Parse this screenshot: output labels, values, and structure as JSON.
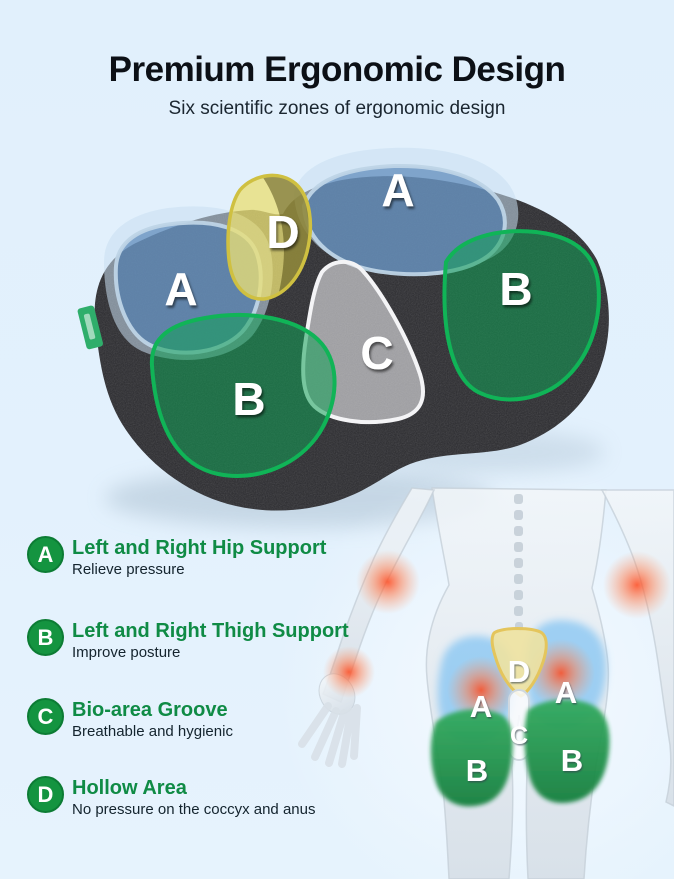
{
  "header": {
    "title": "Premium Ergonomic Design",
    "subtitle": "Six scientific zones of ergonomic design"
  },
  "cushion_diagram": {
    "zone_labels": {
      "hip_left": "A",
      "hip_right": "A",
      "thigh_left": "B",
      "thigh_right": "B",
      "groove": "C",
      "hollow": "D"
    }
  },
  "body_diagram": {
    "zone_labels": {
      "hip_left": "A",
      "hip_right": "A",
      "thigh_left": "B",
      "thigh_right": "B",
      "groove": "C",
      "hollow": "D"
    }
  },
  "legend": {
    "items": [
      {
        "badge": "A",
        "title": "Left and Right Hip Support",
        "description": "Relieve pressure"
      },
      {
        "badge": "B",
        "title": "Left and Right Thigh Support",
        "description": "Improve posture"
      },
      {
        "badge": "C",
        "title": "Bio-area Groove",
        "description": "Breathable and hygienic"
      },
      {
        "badge": "D",
        "title": "Hollow Area",
        "description": "No pressure on the coccyx and anus"
      }
    ]
  },
  "colors": {
    "background": "#e3f1fd",
    "title_text": "#0c1016",
    "legend_green": "#0f8b45",
    "badge_green": "#149440",
    "cushion_fabric": "#2a2a2e",
    "zone_blue_stroke": "#bed4e6",
    "zone_green_stroke": "#10b457",
    "zone_gray_stroke": "#f4f4f6",
    "zone_yellow_stroke": "#cfc041",
    "pain_highlight": "#ff5a28"
  }
}
